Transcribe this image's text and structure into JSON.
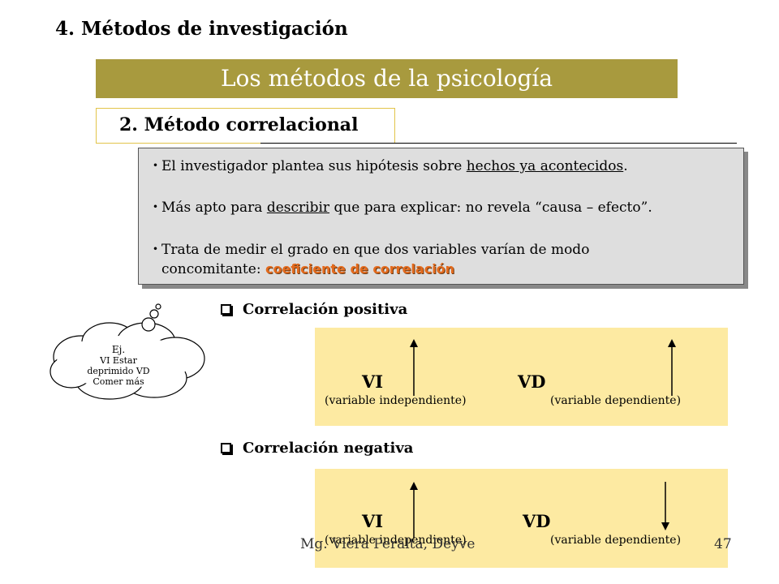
{
  "slide": {
    "section_title": "4. Métodos de investigación",
    "banner_title": "Los métodos de la psicología",
    "method_title": "2. Método correlacional",
    "bullets": {
      "b1_pre": "El investigador plantea sus hipótesis sobre ",
      "b1_u": "hechos ya acontecidos",
      "b1_post": ".",
      "b2_pre": "Más apto para ",
      "b2_u": "describir",
      "b2_post": " que para explicar: no revela “causa – efecto”.",
      "b3_line1": "Trata de medir el grado en que dos variables varían de modo",
      "b3_line2": "concomitante: ",
      "b3_highlight": "coeficiente de correlación",
      "bullet_glyph": "・"
    },
    "example": {
      "line1": "Ej.",
      "line2": "VI Estar",
      "line3": "deprimido VD",
      "line4": "Comer más"
    },
    "positive": {
      "heading": "Correlación positiva",
      "vi": "VI",
      "vi_sub": "(variable independiente)",
      "vd": "VD",
      "vd_sub": "(variable dependiente)",
      "vi_arrow": "up",
      "vd_arrow": "up"
    },
    "negative": {
      "heading": "Correlación negativa",
      "vi": "VI",
      "vi_sub": "(variable independiente)",
      "vd": "VD",
      "vd_sub": "(variable dependiente)",
      "vi_arrow": "up",
      "vd_arrow": "down"
    },
    "footer": {
      "author": "Mg. Viera Peralta, Deyve",
      "page": "47"
    },
    "colors": {
      "banner": "#a89a3e",
      "panel": "#fdeaa2",
      "highlight": "#e46b1e",
      "info_box": "#dedede"
    }
  }
}
